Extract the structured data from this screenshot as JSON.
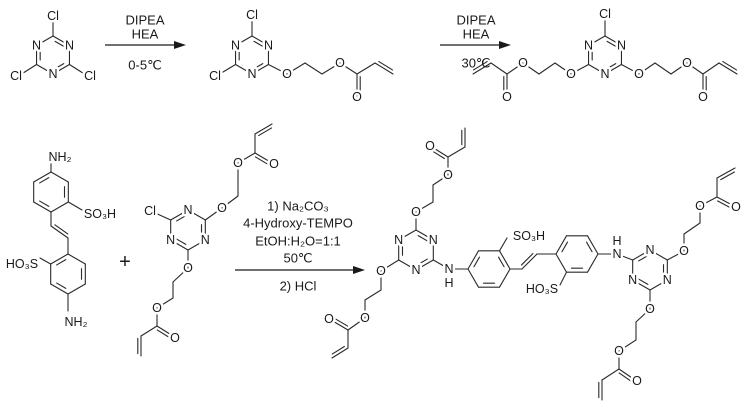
{
  "scheme": {
    "step1": {
      "reagent1": "DIPEA",
      "reagent2": "HEA",
      "condition": "0-5℃"
    },
    "step2": {
      "reagent1": "DIPEA",
      "reagent2": "HEA",
      "condition": "30℃"
    },
    "step3": {
      "reagent1": "1) Na₂CO₃",
      "reagent2": "4-Hydroxy-TEMPO",
      "solvent": "EtOH:H₂O=1:1",
      "temperature": "50℃",
      "second_step": "2) HCl"
    },
    "plus": "+"
  },
  "atoms": {
    "Cl": "Cl",
    "N": "N",
    "O": "O",
    "H": "H",
    "NH2": "NH₂",
    "SO3H": "SO₃H",
    "HO3S": "HO₃S"
  }
}
